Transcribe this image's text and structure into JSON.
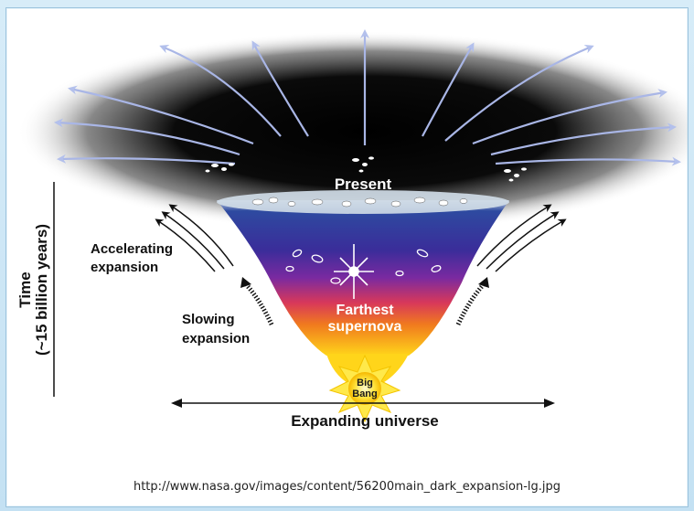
{
  "labels": {
    "present": "Present",
    "accelerating_line1": "Accelerating",
    "accelerating_line2": "expansion",
    "slowing_line1": "Slowing",
    "slowing_line2": "expansion",
    "farthest_line1": "Farthest",
    "farthest_line2": "supernova",
    "big_bang_line1": "Big",
    "big_bang_line2": "Bang",
    "time_line1": "Time",
    "time_line2": "(~15 billion years)",
    "expanding_universe": "Expanding universe"
  },
  "source_url": "http://www.nasa.gov/images/content/56200main_dark_expansion-lg.jpg",
  "colors": {
    "page_background": "#cfe7f6",
    "frame_border": "#9cc3dd",
    "funnel_top": "#2b3f9a",
    "funnel_mid": "#7a2aa0",
    "funnel_lower": "#e04a2a",
    "funnel_bottom": "#ffd020",
    "arrow_rays": "#a9b6e6"
  }
}
